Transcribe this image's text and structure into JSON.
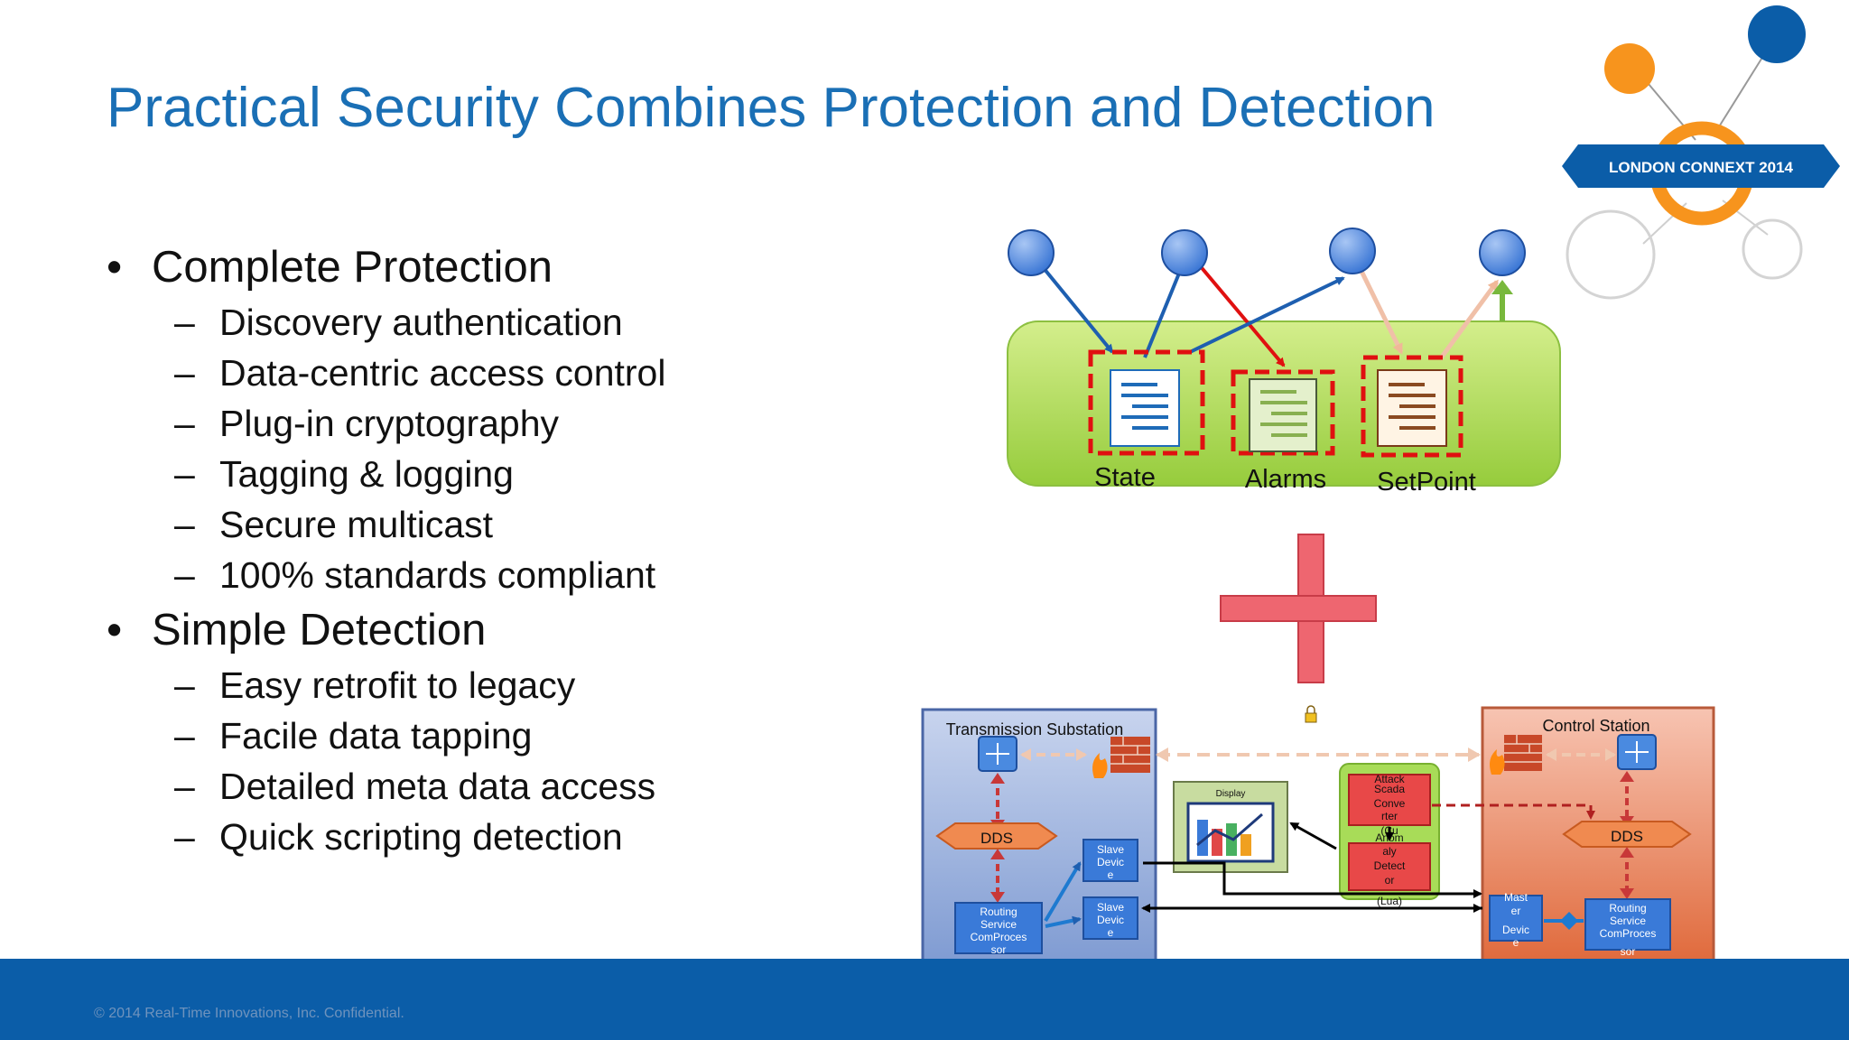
{
  "slide": {
    "title": "Practical Security Combines Protection and Detection"
  },
  "bullets": {
    "protection": {
      "heading": "Complete Protection",
      "items": [
        "Discovery authentication",
        "Data-centric access control",
        "Plug-in cryptography",
        "Tagging & logging",
        "Secure multicast",
        "100% standards compliant"
      ]
    },
    "detection": {
      "heading": "Simple Detection",
      "items": [
        "Easy retrofit to legacy",
        "Facile data tapping",
        "Detailed meta data access",
        "Quick scripting detection"
      ]
    }
  },
  "logo": {
    "text": "LONDON CONNEXT 2014"
  },
  "protection_diagram": {
    "topics": [
      "State",
      "Alarms",
      "SetPoint"
    ]
  },
  "system_diagram": {
    "transmission": {
      "title": "Transmission Substation",
      "dds": "DDS",
      "slave_1": [
        "Slave",
        "Devic",
        "e"
      ],
      "slave_2": [
        "Slave",
        "Devic",
        "e"
      ],
      "routing": [
        "Routing",
        "Service",
        "ComProces",
        "sor"
      ]
    },
    "display": {
      "label": "Display"
    },
    "green_box": {
      "attack": "Attack",
      "converter": [
        "Scada",
        "Conve",
        "rter",
        "(Cu"
      ],
      "anomaly": [
        "Anom",
        "aly",
        "Detect",
        "or",
        "(Lua)"
      ]
    },
    "control": {
      "title": "Control Station",
      "dds": "DDS",
      "master": [
        "Mast",
        "er",
        "Devic",
        "e"
      ],
      "routing": [
        "Routing",
        "Service",
        "ComProces",
        "sor"
      ]
    }
  },
  "footer": {
    "text": "© 2014 Real-Time Innovations, Inc.  Confidential."
  },
  "colors": {
    "title_blue": "#1a6fb5",
    "footer_blue": "#0b5da8",
    "logo_orange": "#f7941d",
    "logo_blue": "#0b5da8",
    "node_blue": "#3a78d8",
    "bus_green": "#a8d84a",
    "security_red": "#e01010"
  }
}
